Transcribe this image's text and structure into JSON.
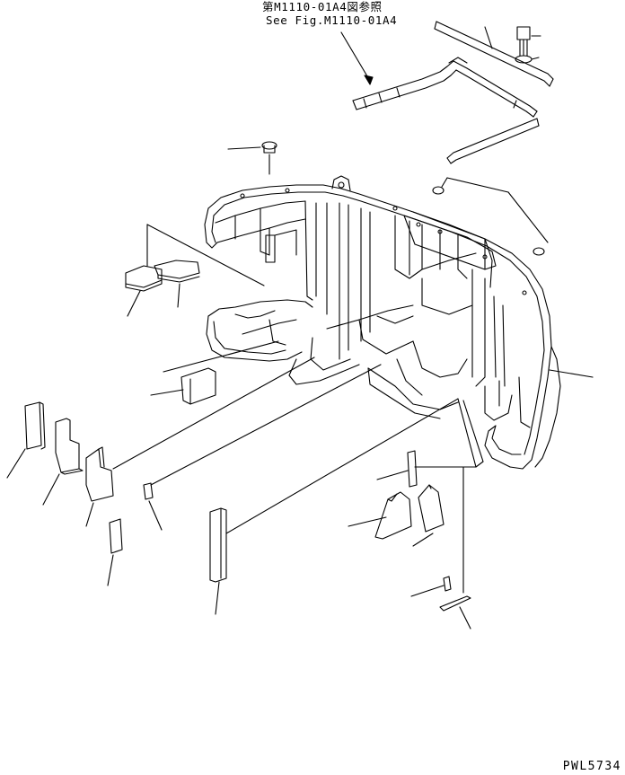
{
  "reference": {
    "japanese": "第M1110-01A4図参照",
    "english": "See Fig.M1110-01A4"
  },
  "drawing_code": "PWL5734",
  "colors": {
    "ink": "#000000",
    "paper": "#ffffff"
  }
}
